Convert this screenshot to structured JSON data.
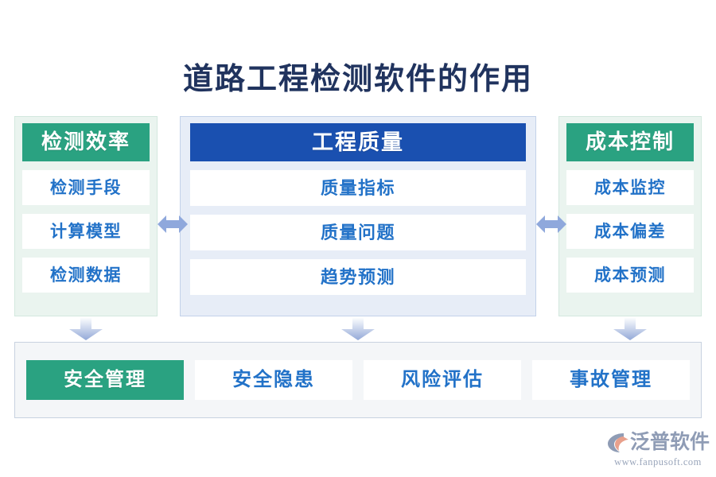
{
  "page": {
    "title": "道路工程检测软件的作用",
    "title_color": "#20335e",
    "background": "#ffffff"
  },
  "colors": {
    "green": "#2aa281",
    "blue": "#1a50b0",
    "item_text_blue": "#2272c8",
    "arrow_blue": "#8fa8dc",
    "side_panel_bg": "#eaf4ef",
    "center_panel_bg": "#e7edf7",
    "bottom_panel_bg": "#f4f6f8"
  },
  "columns": [
    {
      "key": "left",
      "header": "检测效率",
      "header_style": "green",
      "items": [
        "检测手段",
        "计算模型",
        "检测数据"
      ]
    },
    {
      "key": "center",
      "header": "工程质量",
      "header_style": "blue",
      "items": [
        "质量指标",
        "质量问题",
        "趋势预测"
      ]
    },
    {
      "key": "right",
      "header": "成本控制",
      "header_style": "green",
      "items": [
        "成本监控",
        "成本偏差",
        "成本预测"
      ]
    }
  ],
  "connectors": {
    "horizontal": [
      "double-arrow-left-right",
      "double-arrow-left-right"
    ],
    "vertical": [
      "arrow-down",
      "arrow-down",
      "arrow-down"
    ]
  },
  "bottom": {
    "items": [
      {
        "label": "安全管理",
        "style": "green"
      },
      {
        "label": "安全隐患",
        "style": "white"
      },
      {
        "label": "风险评估",
        "style": "white"
      },
      {
        "label": "事故管理",
        "style": "white"
      }
    ]
  },
  "logo": {
    "name": "泛普软件",
    "url": "www.fanpusoft.com",
    "mark_color": "#8f9cb5",
    "mark_accent": "#e8a08c"
  }
}
